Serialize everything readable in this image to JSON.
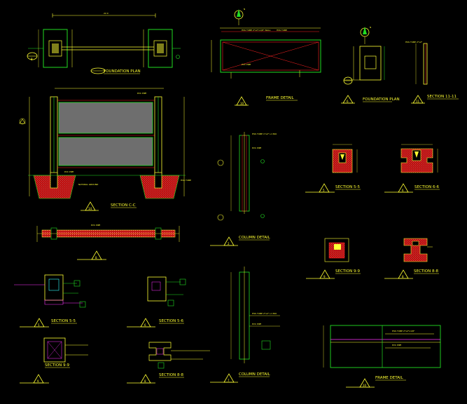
{
  "sheet": {
    "background": "#000000",
    "colors": {
      "green": "#22dd22",
      "yellow": "#ffff33",
      "red": "#ff2222",
      "magenta": "#ff33ff",
      "cyan": "#33ffff",
      "white": "#ffffff",
      "gray_fill": "#6e6e6e",
      "hatch_fill": "#b51010"
    }
  },
  "titles": {
    "foundation_plan": "FOUNDATION PLAN",
    "frame_detail_top": "FRAME DETAIL",
    "foundation_plan_small": "FOUNDATION PLAN",
    "section_11": "SECTION 11-11",
    "section_c": "SECTION C-C",
    "section_5_5_upper": "SECTION 5-5",
    "section_6_6_upper": "SECTION 6-6",
    "column_detail_upper": "COLUMN DETAIL",
    "section_9_9_right": "SECTION 9-9",
    "section_8_8_right": "SECTION 8-8",
    "section_5_5_left": "SECTION 5-5",
    "section_5_6_left": "SECTION 5-6",
    "section_9_9_left": "SECTION 9-9",
    "section_8_8_left": "SECTION 8-8",
    "column_detail_lower": "COLUMN DETAIL",
    "frame_detail_bottom": "FRAME DETAIL"
  },
  "callouts": {
    "plan_left": "8",
    "frame_top": "10",
    "foundation_small": "6",
    "section_11": "11",
    "section_c": "14",
    "section_5_5_upper": "5",
    "section_6_6_upper": "6",
    "column_upper": "2",
    "strip": "8",
    "section_9_9_right": "9",
    "section_8_8_right": "8",
    "section_5_5_left": "5",
    "section_5_6_left": "6",
    "section_9_9_left": "9",
    "section_8_8_left": "8",
    "column_lower": "7",
    "frame_bottom": "10"
  },
  "north_markers": {
    "top_center": "N",
    "top_right": "N"
  },
  "icons": {
    "section_callout": "section-callout-icon",
    "north_arrow": "north-arrow-icon",
    "level_marker": "level-marker-icon",
    "hatch": "concrete-hatch-icon"
  }
}
